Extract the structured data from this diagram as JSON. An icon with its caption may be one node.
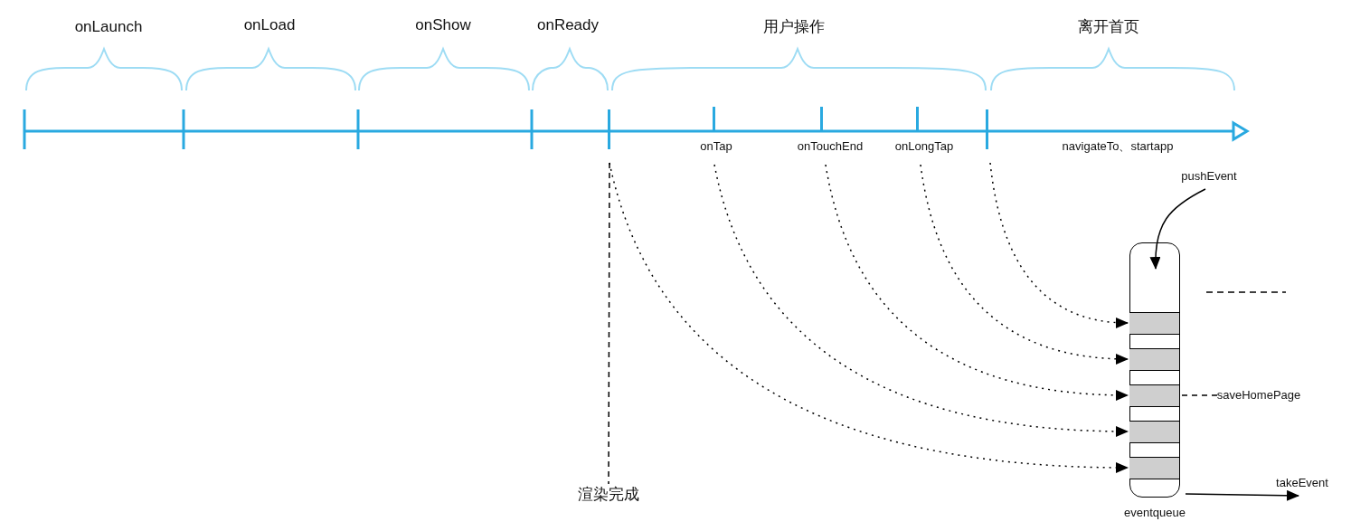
{
  "diagram": {
    "nodes": [
      {
        "text": [],
        "shape": "bar"
      },
      {
        "text": [],
        "shape": "bar",
        "beside": [
          "onTap"
        ]
      },
      {
        "text": [],
        "shape": "bar",
        "beside": [
          "onTouchEnd"
        ]
      },
      {
        "text": [],
        "shape": "bar",
        "beside": [
          "onLongTap"
        ]
      },
      {
        "text": [],
        "shape": "bar"
      },
      {
        "text": [
          "渲染完成"
        ]
      },
      {
        "text": [
          "eventqueue"
        ]
      },
      {
        "text": [],
        "shape": "box",
        "in": 6
      },
      {
        "text": [],
        "shape": "box",
        "in": 6
      },
      {
        "text": [],
        "shape": "box",
        "in": 6
      },
      {
        "text": [],
        "shape": "box",
        "in": 6
      },
      {
        "text": [],
        "shape": "box",
        "in": 6
      },
      {
        "text": [
          "pushEvent"
        ]
      },
      {
        "text": [
          "takeEvent"
        ]
      },
      {
        "text": [
          "saveHomePage"
        ]
      }
    ],
    "edges": [
      {
        "from": 0,
        "to": 5,
        "arrow": "none",
        "style": "dashed"
      },
      {
        "from": 0,
        "to": 11,
        "arrow": "to",
        "style": "dashed"
      },
      {
        "from": 1,
        "to": 10,
        "arrow": "to",
        "style": "dashed"
      },
      {
        "from": 2,
        "to": 9,
        "arrow": "to",
        "style": "dashed"
      },
      {
        "from": 3,
        "to": 8,
        "arrow": "to",
        "style": "dashed"
      },
      {
        "from": 4,
        "to": 7,
        "arrow": "to",
        "style": "dashed"
      },
      {
        "from": 12,
        "to": 6,
        "arrow": "to"
      },
      {
        "from": 6,
        "to": 13,
        "arrow": "to"
      },
      {
        "from": 9,
        "to": 14,
        "arrow": "none",
        "style": "dashed"
      }
    ],
    "labels": [
      "onLaunch",
      "onLoad",
      "onShow",
      "onReady",
      "用户操作",
      "离开首页",
      "navigateTo、startapp"
    ]
  }
}
